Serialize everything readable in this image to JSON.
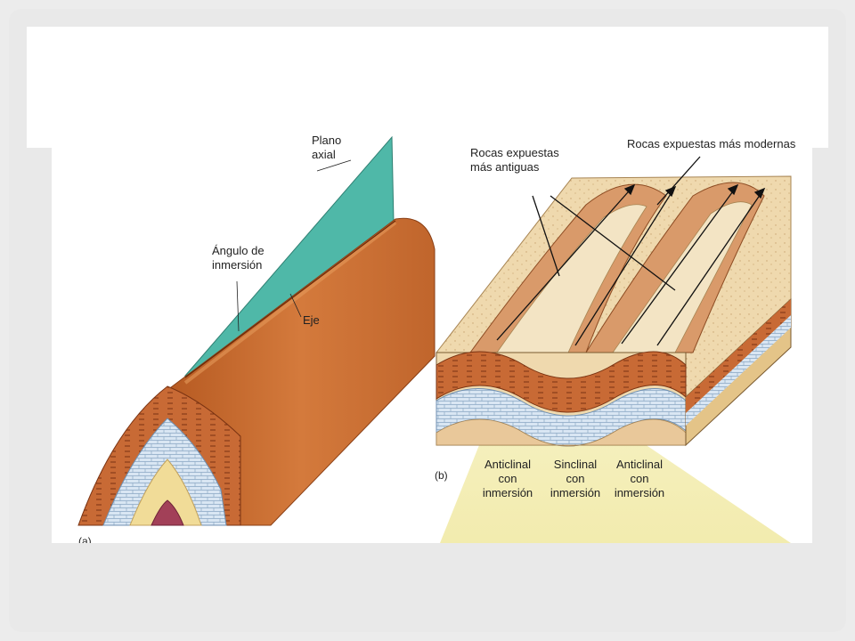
{
  "figure_a": {
    "labels": {
      "plano": "Plano",
      "axial": "axial",
      "angulo": "Ángulo de",
      "inmersion": "inmersión",
      "eje": "Eje",
      "panel": "(a)"
    }
  },
  "figure_b": {
    "labels": {
      "rocas_antiguas_1": "Rocas expuestas",
      "rocas_antiguas_2": "más antiguas",
      "rocas_modernas": "Rocas expuestas más modernas",
      "panel": "(b)",
      "fold1_a": "Anticlinal",
      "fold1_b": "con",
      "fold1_c": "inmersión",
      "fold2_a": "Sinclinal",
      "fold2_b": "con",
      "fold2_c": "inmersión",
      "fold3_a": "Anticlinal",
      "fold3_b": "con",
      "fold3_c": "inmersión"
    }
  },
  "colors": {
    "axial_plane": "#4fb8a8",
    "fold_surface": "#c8682e",
    "rock_tan": "#e9c89a",
    "rock_light": "#f3e4c4",
    "limestone_blue": "#cfe0f0",
    "highlight_yellow": "#f5f0b0"
  }
}
